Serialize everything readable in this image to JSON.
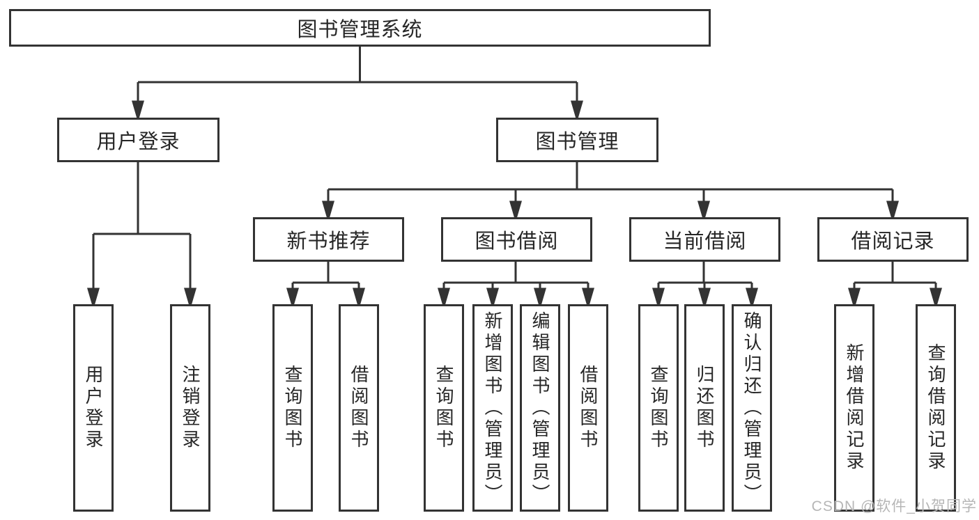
{
  "colors": {
    "line": "#333333",
    "text": "#262626",
    "background": "#ffffff",
    "watermark_gray": "#b6b6b6"
  },
  "watermark": "CSDN @软件_小贺同学",
  "tree": {
    "label": "图书管理系统",
    "children": [
      {
        "label": "用户登录",
        "children": [
          {
            "label": "用户登录"
          },
          {
            "label": "注销登录"
          }
        ]
      },
      {
        "label": "图书管理",
        "children": [
          {
            "label": "新书推荐",
            "children": [
              {
                "label": "查询图书"
              },
              {
                "label": "借阅图书"
              }
            ]
          },
          {
            "label": "图书借阅",
            "children": [
              {
                "label": "查询图书"
              },
              {
                "label": "新增图书（管理员）"
              },
              {
                "label": "编辑图书（管理员）"
              },
              {
                "label": "借阅图书"
              }
            ]
          },
          {
            "label": "当前借阅",
            "children": [
              {
                "label": "查询图书"
              },
              {
                "label": "归还图书"
              },
              {
                "label": "确认归还（管理员）"
              }
            ]
          },
          {
            "label": "借阅记录",
            "children": [
              {
                "label": "新增借阅记录"
              },
              {
                "label": "查询借阅记录"
              }
            ]
          }
        ]
      }
    ]
  }
}
